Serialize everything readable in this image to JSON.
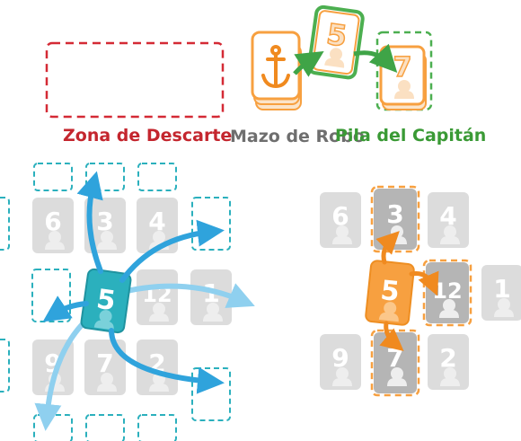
{
  "labels": {
    "discard_zone": "Zona de Descarte",
    "draw_pile": "Mazo de Robo",
    "captain_pile": "Pila del Capitán"
  },
  "top_cards": {
    "deck_icon": "anchor-icon",
    "moving_card": "5",
    "captain_card": "7"
  },
  "left_grid": {
    "center_card": "5",
    "cards": [
      "6",
      "3",
      "4",
      "12",
      "1",
      "9",
      "7",
      "2"
    ]
  },
  "right_grid": {
    "center_card": "5",
    "cards": [
      "6",
      "3",
      "4",
      "12",
      "1",
      "9",
      "7",
      "2"
    ]
  },
  "colors": {
    "red": "#d42a35",
    "green": "#4caf50",
    "orange": "#f7a040",
    "teal": "#2bb0bd",
    "blue": "#2fa3dc",
    "light_blue": "#8fd0ef",
    "gray_card": "#d3d3d3",
    "dark_gray_card": "#b5b5b5"
  }
}
